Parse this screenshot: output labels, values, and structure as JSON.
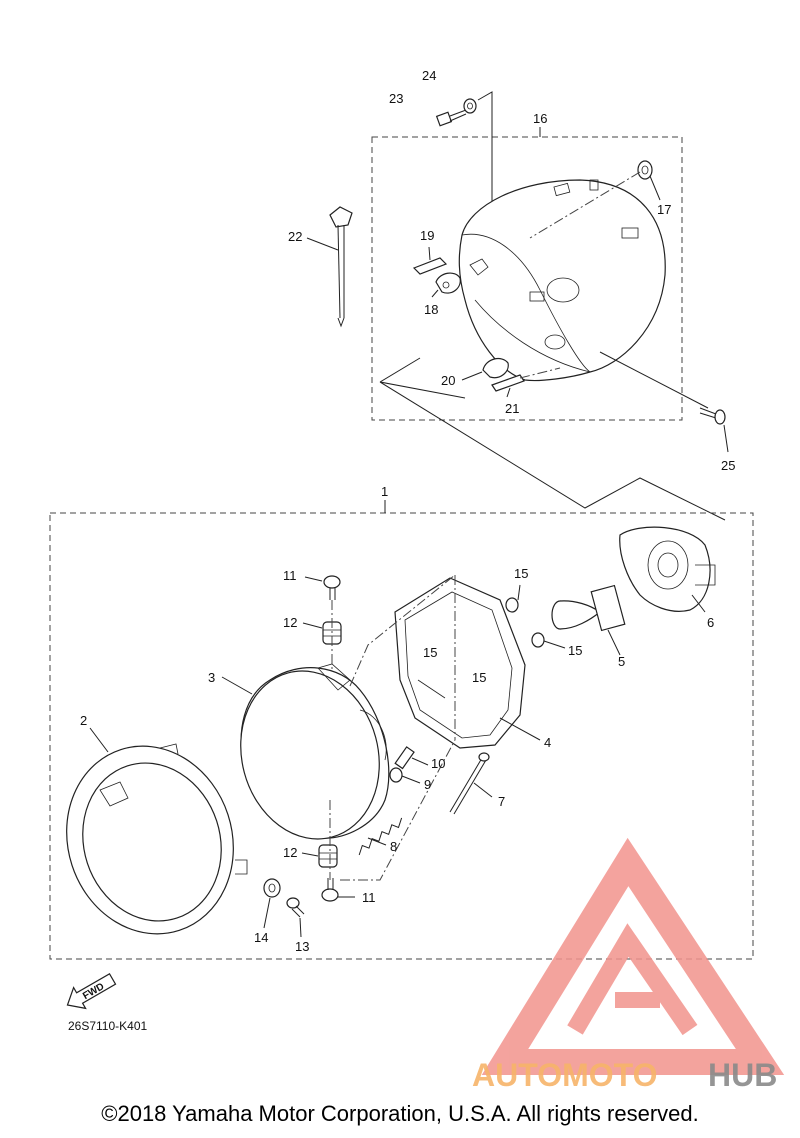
{
  "callouts": {
    "c1": "1",
    "c2": "2",
    "c3": "3",
    "c4": "4",
    "c5": "5",
    "c6": "6",
    "c7": "7",
    "c8": "8",
    "c9": "9",
    "c10": "10",
    "c11a": "11",
    "c11b": "11",
    "c12a": "12",
    "c12b": "12",
    "c13": "13",
    "c14": "14",
    "c15a": "15",
    "c15b": "15",
    "c15c": "15",
    "c15d": "15",
    "c16": "16",
    "c17": "17",
    "c18": "18",
    "c19": "19",
    "c20": "20",
    "c21": "21",
    "c22": "22",
    "c23": "23",
    "c24": "24",
    "c25": "25"
  },
  "fwd_label": "FWD",
  "diagram_code": "26S7110-K401",
  "watermark": {
    "part1": "AUTOMOTO",
    "part2": "HUB"
  },
  "copyright": "©2018 Yamaha Motor Corporation, U.S.A. All rights reserved.",
  "colors": {
    "watermark_red": "#f2938d",
    "watermark_orange": "#f7b46a",
    "watermark_gray": "#8a8a8a"
  }
}
